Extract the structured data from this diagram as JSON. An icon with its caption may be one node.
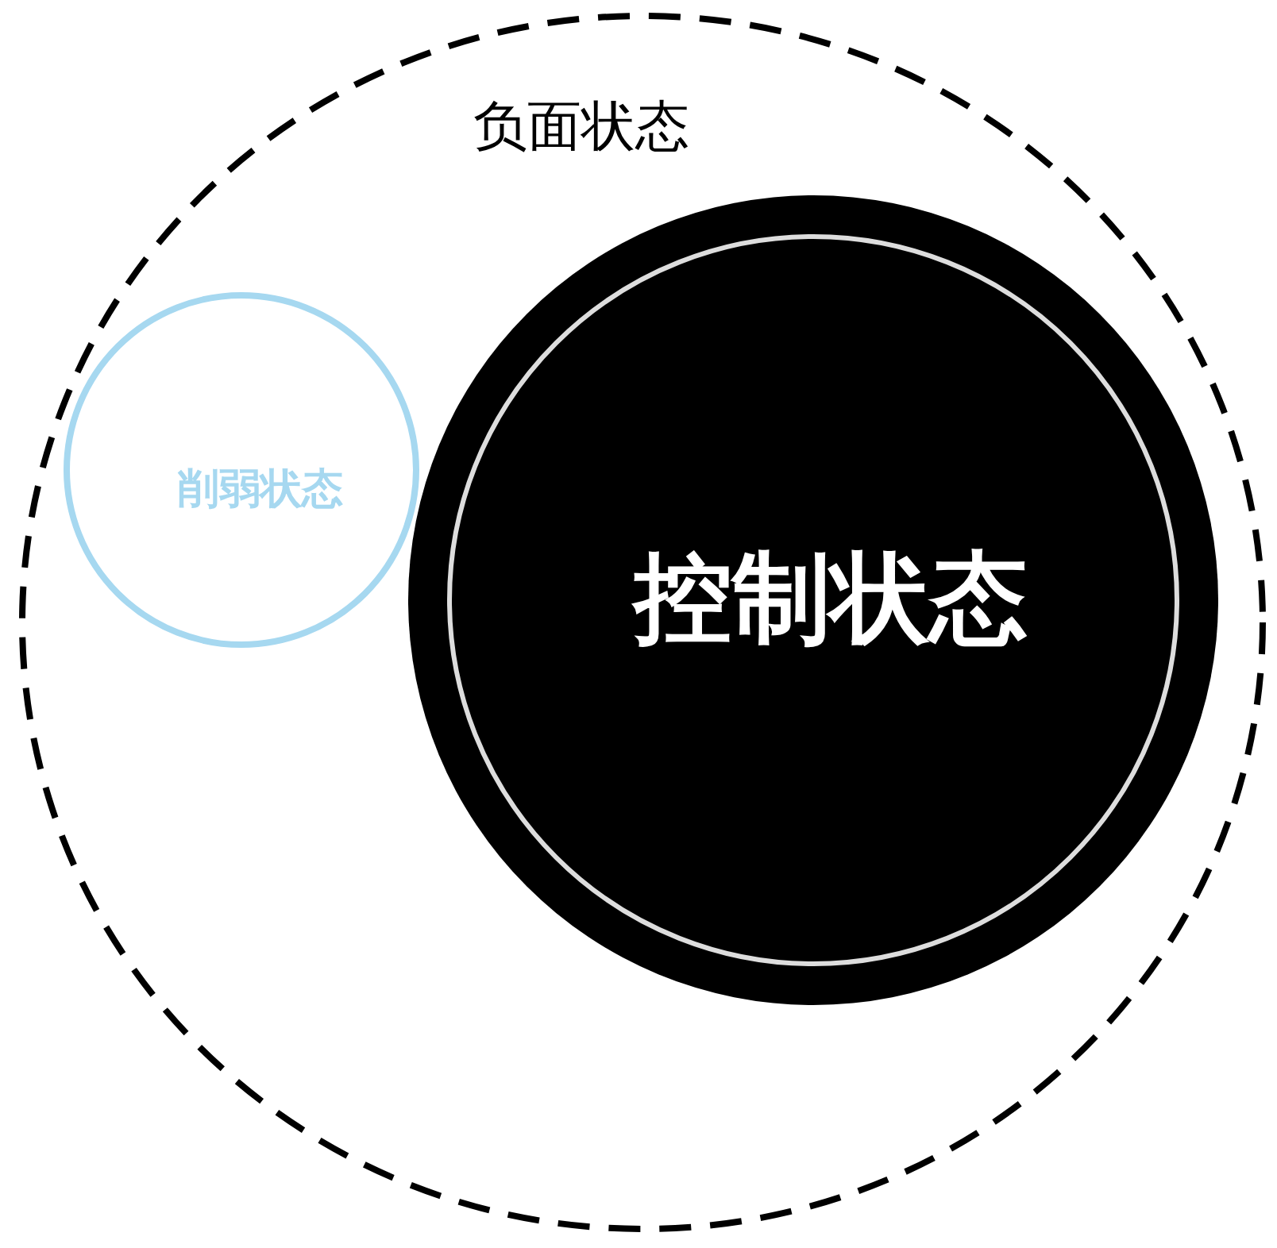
{
  "diagram": {
    "nodes": [
      {
        "text": [
          "负面状态"
        ]
      },
      {
        "text": [
          "削弱状态"
        ],
        "in": 0
      },
      {
        "text": [
          "控制状态"
        ],
        "in": 0
      }
    ]
  }
}
